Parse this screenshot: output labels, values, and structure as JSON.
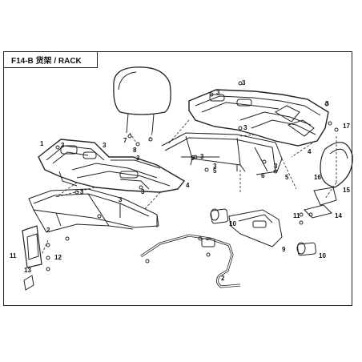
{
  "page": {
    "title": "F14-B 货架 / RACK"
  },
  "colors": {
    "line": "#222222",
    "background": "#ffffff"
  },
  "callouts": [
    {
      "id": "c1",
      "label": "3"
    },
    {
      "id": "c2",
      "label": "3"
    },
    {
      "id": "c3",
      "label": "3"
    },
    {
      "id": "c4",
      "label": "3"
    },
    {
      "id": "c5",
      "label": "3"
    },
    {
      "id": "c6",
      "label": "3"
    },
    {
      "id": "c7",
      "label": "3"
    },
    {
      "id": "c8",
      "label": "3"
    },
    {
      "id": "c9",
      "label": "3"
    },
    {
      "id": "c10",
      "label": "3"
    },
    {
      "id": "c11",
      "label": "3"
    },
    {
      "id": "c12",
      "label": "3"
    },
    {
      "id": "c13",
      "label": "3"
    },
    {
      "id": "c14",
      "label": "4"
    },
    {
      "id": "c15",
      "label": "4"
    },
    {
      "id": "c16",
      "label": "5"
    },
    {
      "id": "c17",
      "label": "5"
    },
    {
      "id": "c18",
      "label": "5"
    },
    {
      "id": "c19",
      "label": "6"
    },
    {
      "id": "c20",
      "label": "7"
    },
    {
      "id": "c21",
      "label": "8"
    },
    {
      "id": "c22",
      "label": "9"
    },
    {
      "id": "c23",
      "label": "10"
    },
    {
      "id": "c24",
      "label": "10"
    },
    {
      "id": "c25",
      "label": "11"
    },
    {
      "id": "c26",
      "label": "11"
    },
    {
      "id": "c27",
      "label": "12"
    },
    {
      "id": "c28",
      "label": "13"
    },
    {
      "id": "c29",
      "label": "14"
    },
    {
      "id": "c30",
      "label": "15"
    },
    {
      "id": "c31",
      "label": "16"
    },
    {
      "id": "c32",
      "label": "17"
    },
    {
      "id": "c33",
      "label": "1"
    },
    {
      "id": "c34",
      "label": "2"
    },
    {
      "id": "c35",
      "label": "2"
    }
  ]
}
